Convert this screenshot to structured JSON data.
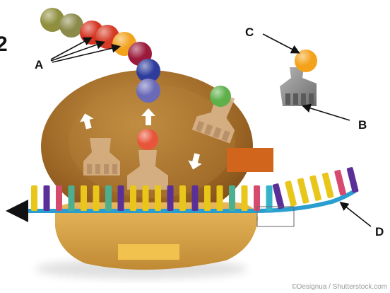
{
  "figure": {
    "number": "2",
    "labels": {
      "a": "A",
      "b": "B",
      "c": "C",
      "d": "D"
    },
    "credit": "©Designua / Shutterstock.com"
  },
  "amino_acid_chain": [
    {
      "name": "chain-bead-1",
      "color": "#8f8f3e"
    },
    {
      "name": "chain-bead-2",
      "color": "#8c8a4a"
    },
    {
      "name": "chain-bead-3",
      "color": "#d5331f"
    },
    {
      "name": "chain-bead-4",
      "color": "#d53a24"
    },
    {
      "name": "chain-bead-5",
      "color": "#f2a21d"
    },
    {
      "name": "chain-bead-6",
      "color": "#9b1a3b"
    },
    {
      "name": "chain-bead-7",
      "color": "#2e3d9c"
    },
    {
      "name": "chain-bead-8",
      "color": "#6a6ab8"
    }
  ],
  "mrna_base_colors": [
    "#e8c61a",
    "#5b2f98",
    "#d64a6e",
    "#4caf8f",
    "#e8c61a",
    "#e8c61a",
    "#4caf8f",
    "#5b2f98",
    "#e8c61a",
    "#e8c61a",
    "#e8c61a",
    "#5b2f98",
    "#e8c61a",
    "#5b2f98",
    "#e8c61a",
    "#e8c61a",
    "#4caf8f",
    "#e8c61a",
    "#d64a6e",
    "#37b3c8",
    "#5b2f98",
    "#e8c61a",
    "#e8c61a",
    "#e8c61a",
    "#e8c61a",
    "#d64a6e",
    "#5b2f98"
  ],
  "colors": {
    "ribosome_large": "#a26d2b",
    "ribosome_small": "#d6a348",
    "blank_box_orange": "#d2651c",
    "blank_box_yellow": "#f2c24e",
    "free_amino_acid": "#f4a21a",
    "trna_grey": "#8a8a8a",
    "trna_tan": "#d8b489",
    "mrna_backbone": "#2a9fcf"
  }
}
